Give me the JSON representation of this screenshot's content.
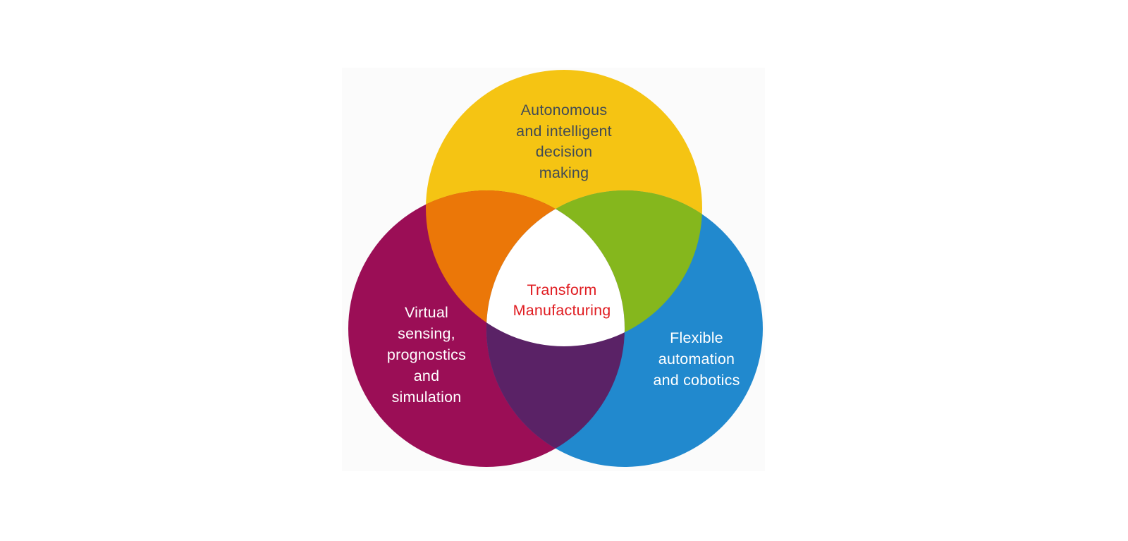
{
  "page": {
    "background_color": "#ffffff",
    "figure_background_color": "#fbfbfb"
  },
  "diagram": {
    "type": "venn",
    "circles": [
      {
        "name": "autonomous-decision-making",
        "label": "Autonomous\nand intelligent\ndecision\nmaking",
        "color": "#F5C413",
        "text_color": "#414B55"
      },
      {
        "name": "virtual-sensing",
        "label": "Virtual\nsensing,\nprognostics\nand\nsimulation",
        "color": "#9B0E56",
        "text_color": "#FFFFFF"
      },
      {
        "name": "flexible-automation",
        "label": "Flexible\nautomation\nand cobotics",
        "color": "#2189CE",
        "text_color": "#FFFFFF"
      }
    ],
    "overlaps": [
      {
        "name": "autonomous-virtual",
        "color": "#EB7708"
      },
      {
        "name": "autonomous-flexible",
        "color": "#85B71D"
      },
      {
        "name": "virtual-flexible",
        "color": "#5A2266"
      }
    ],
    "center": {
      "label": "Transform\nManufacturing",
      "color": "#FFFFFF",
      "text_color": "#E01D22"
    }
  }
}
